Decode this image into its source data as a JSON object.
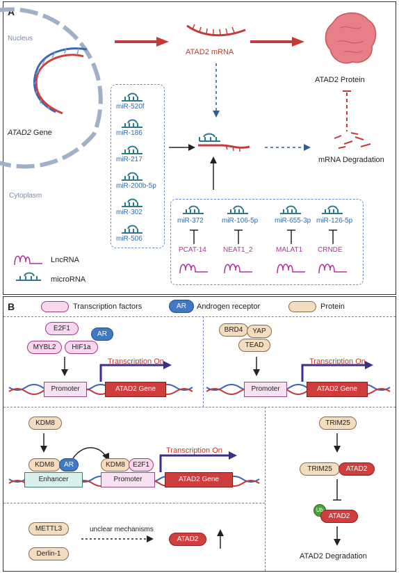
{
  "panelA": {
    "label": "A",
    "nucleus": "Nucleus",
    "gene": "ATAD2",
    "gene_suffix": "Gene",
    "cytoplasm": "Cytoplasm",
    "mrna": "ATAD2 mRNA",
    "protein": "ATAD2 Protein",
    "degradation": "mRNA Degradation",
    "mirnas": [
      "miR-520f",
      "miR-186",
      "miR-217",
      "miR-200b-5p",
      "miR-302",
      "miR-506"
    ],
    "sponge_mirnas": [
      "miR-372",
      "miR-106-5p",
      "miR-655-3p",
      "miR-126-5p"
    ],
    "lncrnas": [
      "PCAT-14",
      "NEAT1_2",
      "MALAT1",
      "CRNDE"
    ],
    "legend_lnc": "LncRNA",
    "legend_mi": "microRNA"
  },
  "panelB": {
    "label": "B",
    "legend_tf": "Transcription factors",
    "legend_ar_tag": "AR",
    "legend_ar": "Androgen receptor",
    "legend_protein": "Protein",
    "tl": {
      "tfs": [
        "E2F1",
        "MYBL2",
        "HIF1a"
      ],
      "ar": "AR",
      "promoter": "Promoter",
      "gene": "ATAD2   Gene",
      "on": "Transcription On"
    },
    "tr": {
      "proteins": [
        "BRD4",
        "YAP",
        "TEAD"
      ],
      "promoter": "Promoter",
      "gene": "ATAD2   Gene",
      "on": "Transcription On"
    },
    "ml": {
      "kdm8": "KDM8",
      "ar": "AR",
      "enhancer": "Enhancer",
      "e2f1": "E2F1",
      "promoter": "Promoter",
      "gene": "ATAD2   Gene",
      "on": "Transcription On"
    },
    "bl": {
      "p1": "METTL3",
      "p2": "Derlin-1",
      "mech": "unclear mechanisms",
      "atad2": "ATAD2"
    },
    "right": {
      "trim25": "TRIM25",
      "atad2": "ATAD2",
      "ub": "Ub",
      "deg": "ATAD2 Degradation"
    }
  }
}
